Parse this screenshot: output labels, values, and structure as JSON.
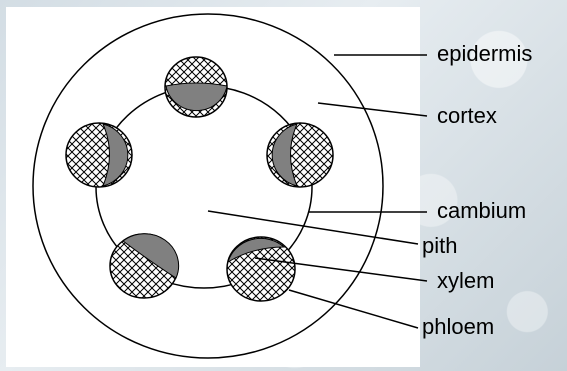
{
  "diagram": {
    "labels": {
      "epidermis": "epidermis",
      "cortex": "cortex",
      "cambium": "cambium",
      "pith": "pith",
      "xylem": "xylem",
      "phloem": "phloem"
    },
    "colors": {
      "background": "#dce4e9",
      "panel": "#ffffff",
      "line": "#000000",
      "xylem_fill": "#808080",
      "hatch": "#ffffff"
    }
  }
}
